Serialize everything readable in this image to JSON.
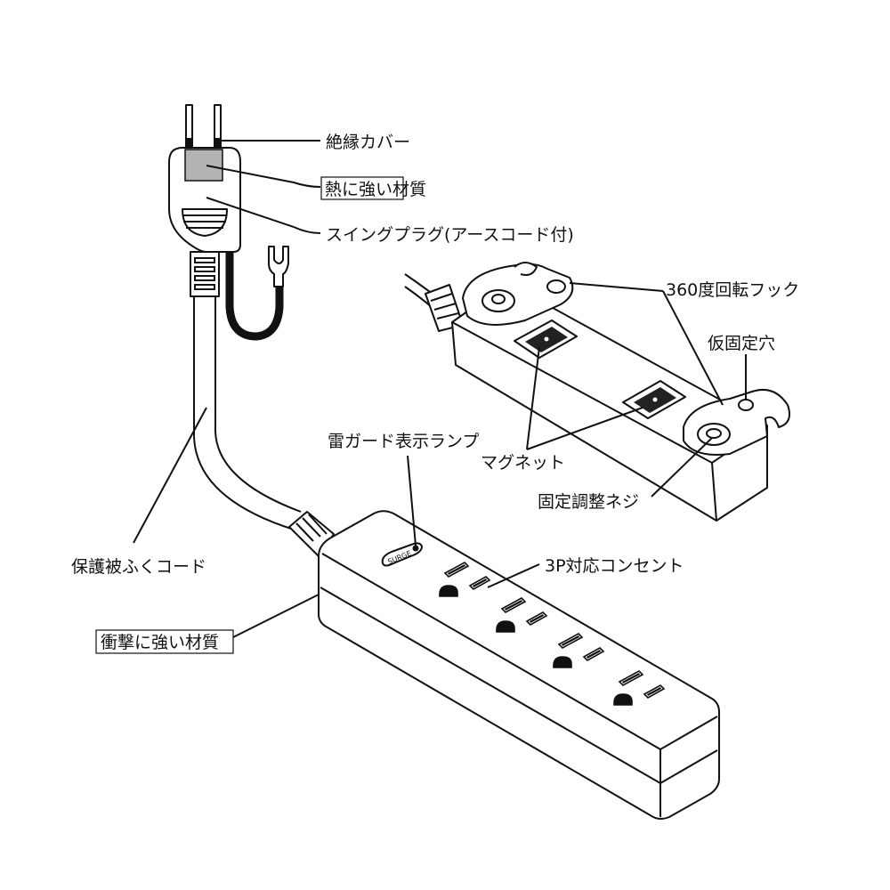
{
  "labels": {
    "insulation_cover": "絶縁カバー",
    "heat_resistant": "熱に強い材質",
    "swing_plug": "スイングプラグ(アースコード付)",
    "hook": "360度回転フック",
    "temp_hole": "仮固定穴",
    "surge_lamp": "雷ガード表示ランプ",
    "magnet": "マグネット",
    "adjust_screw": "固定調整ネジ",
    "outlet_3p": "3P対応コンセント",
    "cord": "保護被ふくコード",
    "impact_resistant": "衝撃に強い材質"
  },
  "device": {
    "surge_badge": "SURGE"
  },
  "colors": {
    "line": "#111111",
    "cover_gray": "#b3b3b3"
  }
}
